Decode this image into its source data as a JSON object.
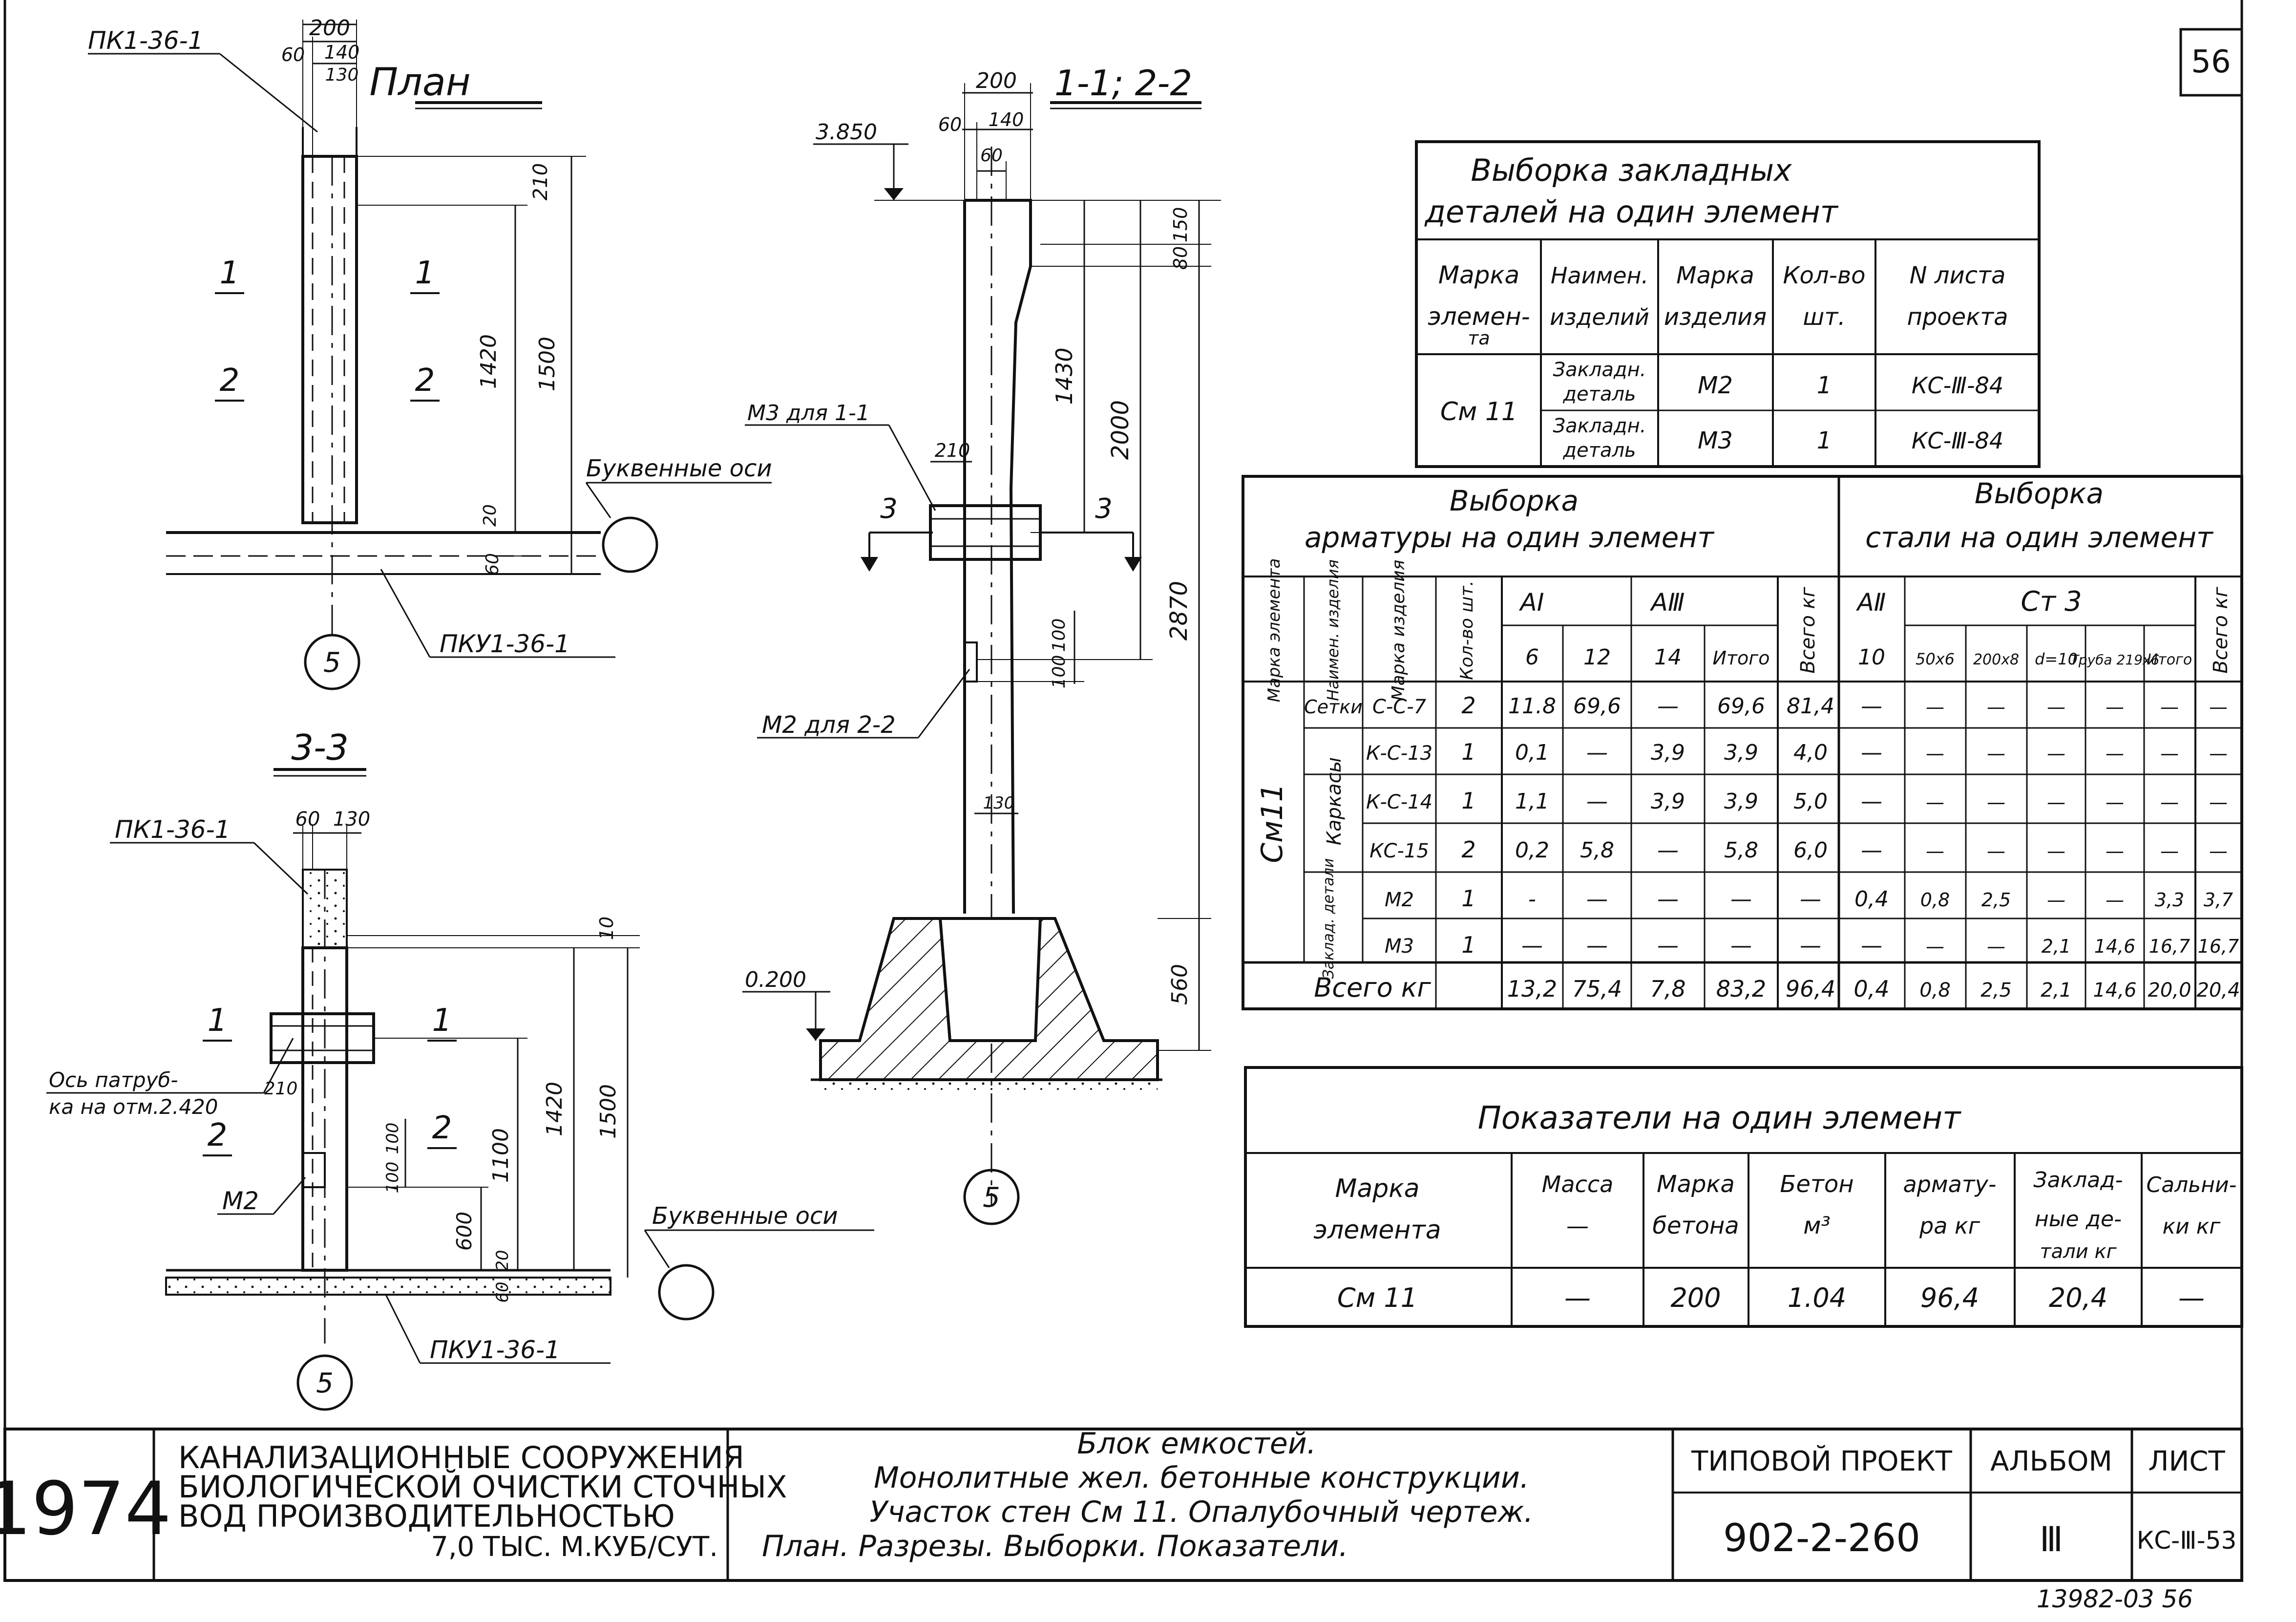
{
  "sheet_number": "56",
  "footer_code": "13982-03  56",
  "plan": {
    "title": "План",
    "panel_label": "ПК1-36-1",
    "slab_label": "ПКУ1-36-1",
    "dims_top": [
      "200",
      "60",
      "140",
      "130"
    ],
    "dims_right": [
      "210",
      "1420",
      "1500",
      "20",
      "60"
    ],
    "section_marks": [
      "1",
      "1",
      "2",
      "2"
    ],
    "axes_label": "Буквенные оси",
    "axis_number": "5"
  },
  "section33": {
    "title": "3-3",
    "panel_label": "ПК1-36-1",
    "slab_label": "ПКУ1-36-1",
    "dims_top": [
      "60",
      "130"
    ],
    "dims_right": [
      "10",
      "1420",
      "1500",
      "1100",
      "600",
      "20",
      "60"
    ],
    "dims_left": [
      "210",
      "100",
      "100"
    ],
    "pipe_axis_label": [
      "Ось патруб-",
      "ка на отм.2.420"
    ],
    "embedded_label": "М2",
    "section_marks": [
      "1",
      "1",
      "2",
      "2"
    ],
    "axes_label": "Буквенные оси",
    "axis_number": "5"
  },
  "section11": {
    "title": "1-1; 2-2",
    "level_top": "3.850",
    "level_bottom": "0.200",
    "dims_top": [
      "200",
      "60",
      "140",
      "60"
    ],
    "dims_right": [
      "150",
      "80",
      "1430",
      "2000",
      "2870",
      "100",
      "100",
      "560"
    ],
    "dims_misc": [
      "210",
      "130"
    ],
    "m3_label": "М3 для 1-1",
    "m2_label": "М2 для 2-2",
    "section_marks": [
      "3",
      "3"
    ],
    "axis_number": "5"
  },
  "embedded_table": {
    "title": [
      "Выборка закладных",
      "деталей на один элемент"
    ],
    "headers": [
      [
        "Марка",
        "элемен-",
        "та"
      ],
      [
        "Наимен.",
        "изделий"
      ],
      [
        "Марка",
        "изделия"
      ],
      [
        "Кол-во",
        "шт."
      ],
      [
        "N листа",
        "проекта"
      ]
    ],
    "element": "См 11",
    "rows": [
      {
        "name": [
          "Закладн.",
          "деталь"
        ],
        "mark": "М2",
        "qty": "1",
        "sheet": "КС-Ⅲ-84"
      },
      {
        "name": [
          "Закладн.",
          "деталь"
        ],
        "mark": "М3",
        "qty": "1",
        "sheet": "КС-Ⅲ-84"
      }
    ]
  },
  "rebar_table": {
    "title_left": [
      "Выборка",
      "арматуры на один элемент"
    ],
    "title_right": [
      "Выборка",
      "стали на один элемент"
    ],
    "col_headers_vertical": [
      "Марка элемента",
      "Наимен. изделия",
      "Марка изделия",
      "Кол-во шт."
    ],
    "group_headers": [
      "АⅠ",
      "АⅢ",
      "Всего кг",
      "АⅡ",
      "Ст 3",
      "Всего кг"
    ],
    "sub_headers": [
      "6",
      "12",
      "14",
      "Итого",
      "10",
      "50х6",
      "200х8",
      "d=10",
      "Труба 219х6",
      "Итого"
    ],
    "element": "См11",
    "group_labels": [
      "Сетки",
      "Каркасы",
      "Заклад. детали"
    ],
    "rows": [
      {
        "mark": "С-С-7",
        "qty": "2",
        "cells": [
          "11.8",
          "69,6",
          "—",
          "69,6",
          "81,4",
          "—",
          "—",
          "—",
          "—",
          "—",
          "—",
          "—"
        ]
      },
      {
        "mark": "К-С-13",
        "qty": "1",
        "cells": [
          "0,1",
          "—",
          "3,9",
          "3,9",
          "4,0",
          "—",
          "—",
          "—",
          "—",
          "—",
          "—",
          "—"
        ]
      },
      {
        "mark": "К-С-14",
        "qty": "1",
        "cells": [
          "1,1",
          "—",
          "3,9",
          "3,9",
          "5,0",
          "—",
          "—",
          "—",
          "—",
          "—",
          "—",
          "—"
        ]
      },
      {
        "mark": "КС-15",
        "qty": "2",
        "cells": [
          "0,2",
          "5,8",
          "—",
          "5,8",
          "6,0",
          "—",
          "—",
          "—",
          "—",
          "—",
          "—",
          "—"
        ]
      },
      {
        "mark": "М2",
        "qty": "1",
        "cells": [
          "-",
          "—",
          "—",
          "—",
          "—",
          "0,4",
          "0,8",
          "2,5",
          "—",
          "—",
          "3,3",
          "3,7"
        ]
      },
      {
        "mark": "М3",
        "qty": "1",
        "cells": [
          "—",
          "—",
          "—",
          "—",
          "—",
          "—",
          "—",
          "—",
          "2,1",
          "14,6",
          "16,7",
          "16,7"
        ]
      }
    ],
    "total_label": "Всего кг",
    "totals": [
      "13,2",
      "75,4",
      "7,8",
      "83,2",
      "96,4",
      "0,4",
      "0,8",
      "2,5",
      "2,1",
      "14,6",
      "20,0",
      "20,4"
    ]
  },
  "indicators_table": {
    "title": "Показатели на один элемент",
    "headers": [
      [
        "Марка",
        "элемента"
      ],
      [
        "Масса",
        "—"
      ],
      [
        "Марка",
        "бетона"
      ],
      [
        "Бетон",
        "м³"
      ],
      [
        "армату-",
        "ра кг"
      ],
      [
        "Заклад-",
        "ные де-",
        "тали кг"
      ],
      [
        "Сальни-",
        "ки кг"
      ]
    ],
    "row": [
      "См 11",
      "—",
      "200",
      "1.04",
      "96,4",
      "20,4",
      "—"
    ]
  },
  "title_block": {
    "year": "1974",
    "org": [
      "КАНАЛИЗАЦИОННЫЕ СООРУЖЕНИЯ",
      "БИОЛОГИЧЕСКОЙ ОЧИСТКИ СТОЧНЫХ",
      "ВОД    ПРОИЗВОДИТЕЛЬНОСТЬЮ",
      "7,0 ТЫС. М.КУБ/СУТ."
    ],
    "desc": [
      "Блок емкостей.",
      "Монолитные жел. бетонные конструкции.",
      "Участок стен См 11. Опалубочный чертеж.",
      "План. Разрезы. Выборки. Показатели."
    ],
    "project_label": "ТИПОВОЙ ПРОЕКТ",
    "project_number": "902-2-260",
    "album_label": "АЛЬБОМ",
    "album_number": "Ⅲ",
    "sheet_label": "ЛИСТ",
    "sheet_code": "КС-Ⅲ-53"
  }
}
